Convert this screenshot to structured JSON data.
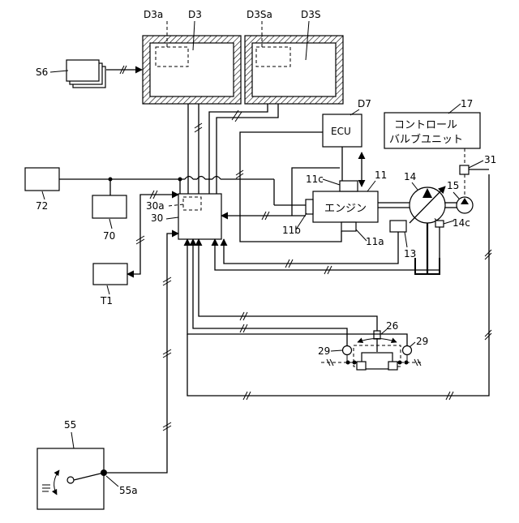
{
  "labels": {
    "d3a": "D3a",
    "d3": "D3",
    "d3sa": "D3Sa",
    "d3s": "D3S",
    "s6": "S6",
    "d7": "D7",
    "n17": "17",
    "ecu": "ECU",
    "control_valve_line1": "コントロール",
    "control_valve_line2": "バルブユニット",
    "n31": "31",
    "n72": "72",
    "n70": "70",
    "n30a": "30a",
    "n30": "30",
    "n11c": "11c",
    "n11": "11",
    "n14": "14",
    "n15": "15",
    "engine": "エンジン",
    "n11b": "11b",
    "n11a": "11a",
    "n14c": "14c",
    "n13": "13",
    "t1": "T1",
    "n26": "26",
    "n29_left": "29",
    "n29_right": "29",
    "n55": "55",
    "n55a": "55a"
  }
}
